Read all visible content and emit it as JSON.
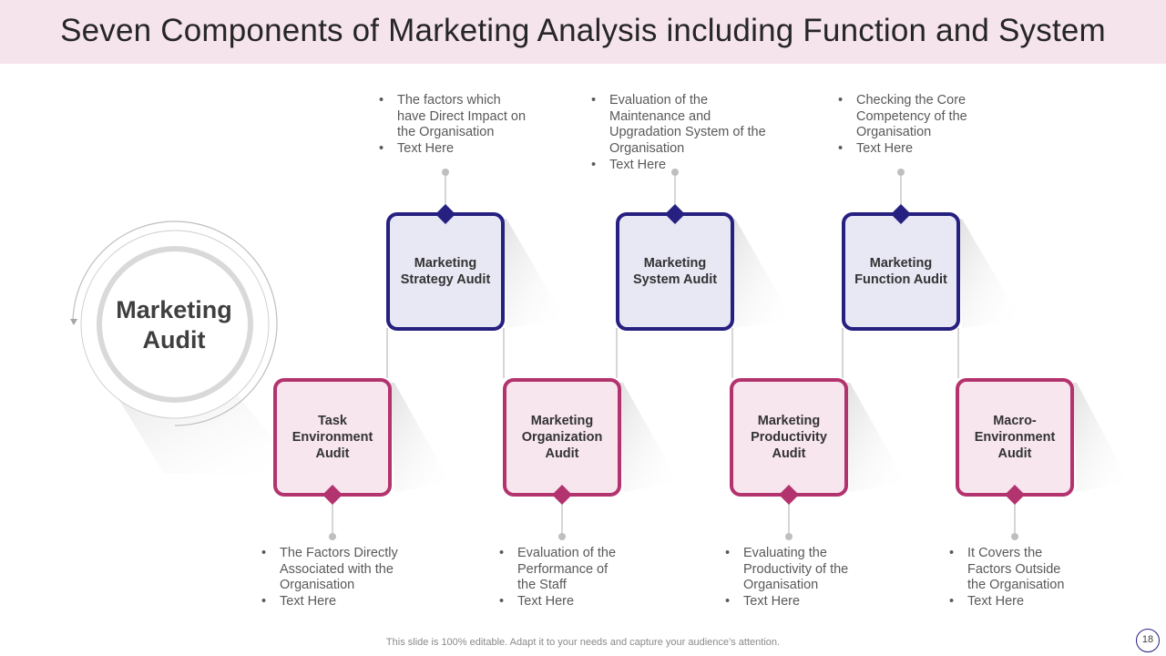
{
  "title": "Seven Components of Marketing Analysis including Function and System",
  "center": {
    "label": "Marketing\nAudit"
  },
  "top_components": [
    {
      "label": "Marketing\nStrategy Audit",
      "points": [
        "The factors which\nhave Direct Impact on\nthe Organisation",
        "Text Here"
      ]
    },
    {
      "label": "Marketing\nSystem  Audit",
      "points": [
        "Evaluation  of the\nMaintenance  and\nUpgradation System of the\nOrganisation",
        "Text Here"
      ]
    },
    {
      "label": "Marketing\nFunction Audit",
      "points": [
        "Checking the Core\nCompetency of the\nOrganisation",
        "Text Here"
      ]
    }
  ],
  "bottom_components": [
    {
      "label": "Task\nEnvironment\nAudit",
      "points": [
        "The Factors Directly\nAssociated with the\nOrganisation",
        "Text Here"
      ]
    },
    {
      "label": "Marketing\nOrganization\nAudit",
      "points": [
        "Evaluation  of the\nPerformance of\nthe Staff",
        "Text Here"
      ]
    },
    {
      "label": "Marketing\nProductivity\nAudit",
      "points": [
        "Evaluating the\nProductivity of the\nOrganisation",
        "Text Here"
      ]
    },
    {
      "label": "Macro-\nEnvironment\nAudit",
      "points": [
        "It Covers the\nFactors Outside\nthe Organisation",
        "Text Here"
      ]
    }
  ],
  "footer": "This slide is 100% editable. Adapt it to your needs and capture your audience’s attention.",
  "page_number": "18",
  "colors": {
    "header_bg": "#f6e4ec",
    "top_border": "#262080",
    "top_fill": "#e8e7f4",
    "bottom_border": "#b3336e",
    "bottom_fill": "#f7e6ee"
  }
}
